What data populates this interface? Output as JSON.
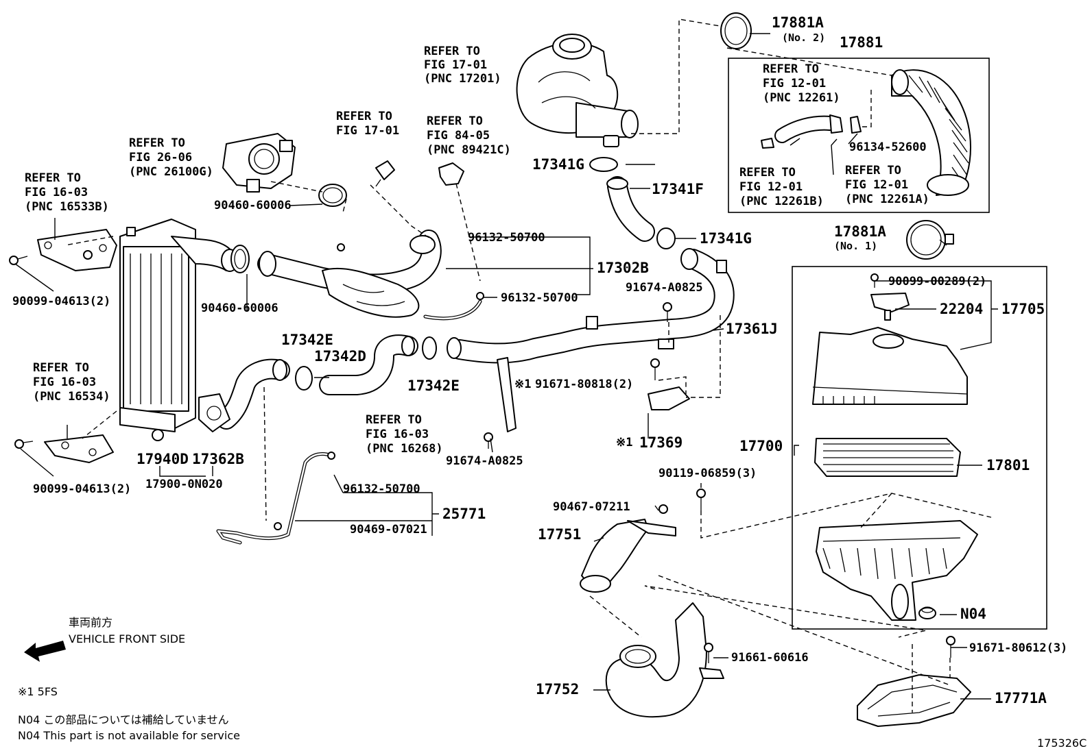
{
  "refs": {
    "fig_17_01_pnc_17201": [
      "REFER TO",
      "FIG 17-01",
      "(PNC 17201)"
    ],
    "fig_17_01": [
      "REFER TO",
      "FIG 17-01"
    ],
    "fig_84_05": [
      "REFER TO",
      "FIG 84-05",
      "(PNC 89421C)"
    ],
    "fig_26_06": [
      "REFER TO",
      "FIG 26-06",
      "(PNC 26100G)"
    ],
    "fig_16_03_b": [
      "REFER TO",
      "FIG 16-03",
      "(PNC 16533B)"
    ],
    "fig_16_03_c": [
      "REFER TO",
      "FIG 16-03",
      "(PNC 16534)"
    ],
    "fig_16_03_d": [
      "REFER TO",
      "FIG 16-03",
      "(PNC 16268)"
    ],
    "fig_12_01_a": [
      "REFER TO",
      "FIG 12-01",
      "(PNC 12261)"
    ],
    "fig_12_01_b": [
      "REFER TO",
      "FIG 12-01",
      "(PNC 12261B)"
    ],
    "fig_12_01_c": [
      "REFER TO",
      "FIG 12-01",
      "(PNC 12261A)"
    ]
  },
  "parts": {
    "p17881a_no2": "17881A",
    "p17881a_no2_sub": "(No. 2)",
    "p17881": "17881",
    "p96134": "96134-52600",
    "p17341g_top": "17341G",
    "p17341f": "17341F",
    "p17341g_mid": "17341G",
    "p17881a_no1": "17881A",
    "p17881a_no1_sub": "(No. 1)",
    "p90460_a": "90460-60006",
    "p90460_b": "90460-60006",
    "p96132_a": "96132-50700",
    "p17302b": "17302B",
    "p96132_b": "96132-50700",
    "p91674_a": "91674-A0825",
    "p17361j": "17361J",
    "p90099_00289": "90099-00289(2)",
    "p22204": "22204",
    "p17705": "17705",
    "p90099_04613_a": "90099-04613(2)",
    "p17342e_a": "17342E",
    "p17342d": "17342D",
    "p17342e_b": "17342E",
    "p91671_80818": "91671-80818(2)",
    "p91671_80818_mark": "※1",
    "p17369": "17369",
    "p17369_mark": "※1",
    "p17700": "17700",
    "p17801": "17801",
    "p91674_b": "91674-A0825",
    "p17940d": "17940D",
    "p17362b": "17362B",
    "p17900": "17900-0N020",
    "p90099_04613_b": "90099-04613(2)",
    "p96132_c": "96132-50700",
    "p25771": "25771",
    "p90469": "90469-07021",
    "p90119": "90119-06859(3)",
    "p90467": "90467-07211",
    "p17751": "17751",
    "pN04": "N04",
    "p91671_80612": "91671-80612(3)",
    "p91661": "91661-60616",
    "p17752": "17752",
    "p17771a": "17771A"
  },
  "legend": {
    "front_jp": "車両前方",
    "front_en": "VEHICLE FRONT SIDE",
    "note1": "※1  5FS",
    "note2_jp": "N04  この部品については補給していません",
    "note2_en": "N04  This part is not available for service",
    "figure_id": "175326C"
  }
}
